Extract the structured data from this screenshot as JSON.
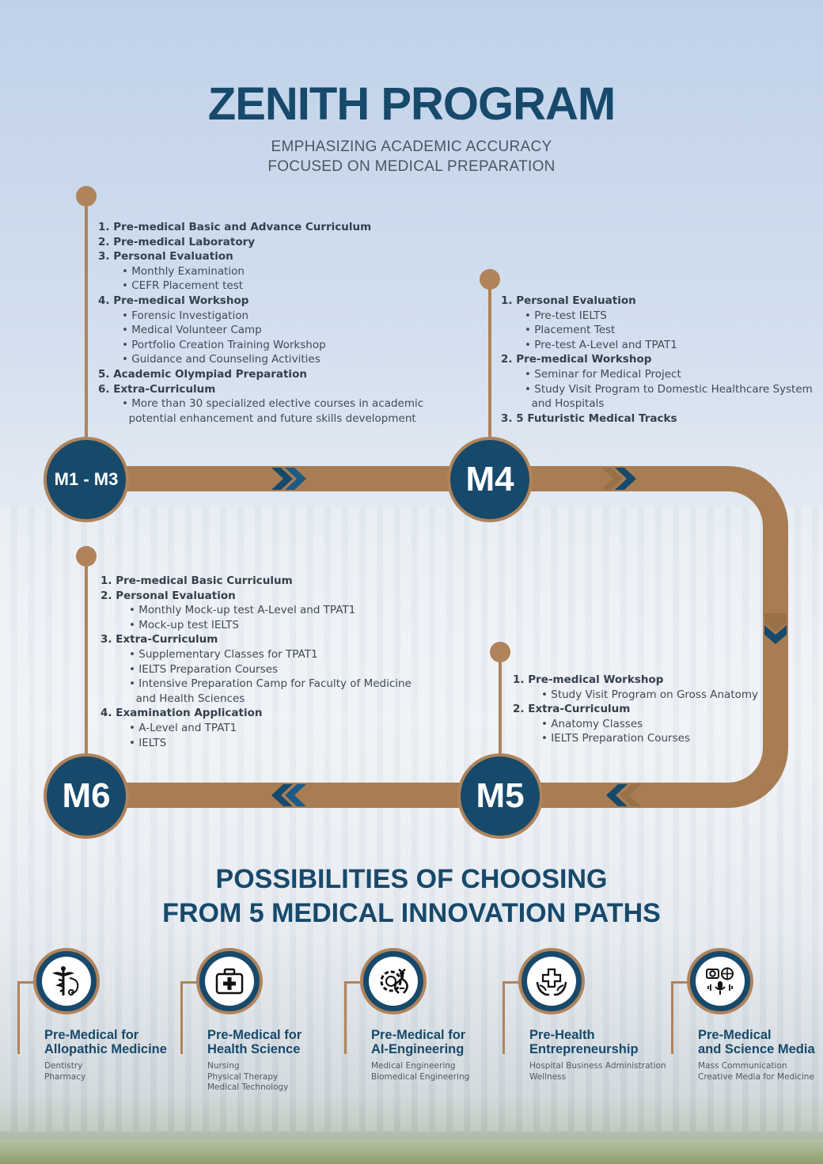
{
  "header": {
    "title": "ZENITH PROGRAM",
    "subtitle_line1": "EMPHASIZING ACADEMIC ACCURACY",
    "subtitle_line2": "FOCUSED ON MEDICAL PREPARATION"
  },
  "colors": {
    "navy": "#17496b",
    "bronze": "#b0835a"
  },
  "levels": {
    "m1m3": {
      "label": "M1 - M3",
      "items": [
        {
          "heading": "1. Pre-medical Basic and Advance Curriculum",
          "subs": []
        },
        {
          "heading": "2. Pre-medical Laboratory",
          "subs": []
        },
        {
          "heading": "3. Personal Evaluation",
          "subs": [
            "• Monthly Examination",
            "• CEFR Placement test"
          ]
        },
        {
          "heading": "4. Pre-medical Workshop",
          "subs": [
            "• Forensic Investigation",
            "• Medical Volunteer Camp",
            "• Portfolio Creation Training Workshop",
            "• Guidance and Counseling Activities"
          ]
        },
        {
          "heading": "5. Academic Olympiad Preparation",
          "subs": []
        },
        {
          "heading": "6. Extra-Curriculum",
          "subs": [
            "• More than 30 specialized elective courses in academic",
            "  potential enhancement and future skills development"
          ]
        }
      ]
    },
    "m4": {
      "label": "M4",
      "items": [
        {
          "heading": "1. Personal Evaluation",
          "subs": [
            "• Pre-test IELTS",
            "• Placement Test",
            "• Pre-test A-Level and TPAT1"
          ]
        },
        {
          "heading": "2. Pre-medical Workshop",
          "subs": [
            "• Seminar for Medical Project",
            "• Study Visit Program to Domestic Healthcare System",
            "  and Hospitals"
          ]
        },
        {
          "heading": "3. 5 Futuristic Medical Tracks",
          "subs": []
        }
      ]
    },
    "m5": {
      "label": "M5",
      "items": [
        {
          "heading": "1. Pre-medical Workshop",
          "subs": [
            "• Study Visit Program on Gross Anatomy"
          ]
        },
        {
          "heading": "2. Extra-Curriculum",
          "subs": [
            "• Anatomy Classes",
            "• IELTS Preparation Courses"
          ]
        }
      ]
    },
    "m6": {
      "label": "M6",
      "items": [
        {
          "heading": "1. Pre-medical Basic Curriculum",
          "subs": []
        },
        {
          "heading": "2. Personal Evaluation",
          "subs": [
            "• Monthly Mock-up test A-Level and TPAT1",
            "• Mock-up test IELTS"
          ]
        },
        {
          "heading": "3. Extra-Curriculum",
          "subs": [
            "• Supplementary Classes for TPAT1",
            "• IELTS Preparation Courses",
            "• Intensive Preparation Camp for Faculty of Medicine",
            "  and Health Sciences"
          ]
        },
        {
          "heading": "4. Examination Application",
          "subs": [
            "• A-Level and TPAT1",
            "• IELTS"
          ]
        }
      ]
    }
  },
  "paths_section": {
    "title_line1": "POSSIBILITIES OF CHOOSING",
    "title_line2": "FROM 5 MEDICAL INNOVATION PATHS",
    "paths": [
      {
        "icon": "caduceus-stethoscope-icon",
        "title1": "Pre-Medical for",
        "title2": "Allopathic Medicine",
        "items": [
          "Dentistry",
          "Pharmacy"
        ]
      },
      {
        "icon": "medical-kit-icon",
        "title1": "Pre-Medical for",
        "title2": "Health Science",
        "items": [
          "Nursing",
          "Physical Therapy",
          "Medical Technology"
        ]
      },
      {
        "icon": "dna-gear-icon",
        "title1": "Pre-Medical for",
        "title2": "AI-Engineering",
        "items": [
          "Medical Engineering",
          "Biomedical Engineering"
        ]
      },
      {
        "icon": "hands-medical-cross-icon",
        "title1": "Pre-Health",
        "title2": "Entrepreneurship",
        "items": [
          "Hospital Business Administration",
          "Wellness"
        ]
      },
      {
        "icon": "media-camera-mic-icon",
        "title1": "Pre-Medical",
        "title2": "and Science Media",
        "items": [
          "Mass Communication",
          "Creative Media for Medicine"
        ]
      }
    ]
  }
}
